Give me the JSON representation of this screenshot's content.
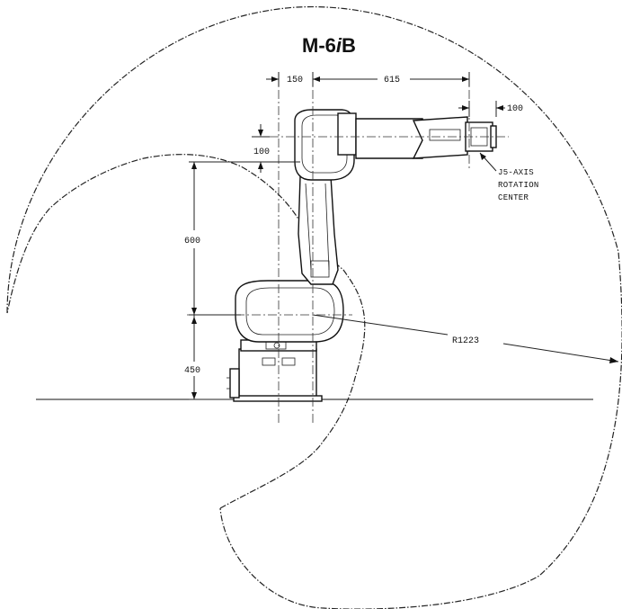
{
  "title": {
    "prefix": "M-6",
    "italic": "i",
    "suffix": "B"
  },
  "dimensions": {
    "offset_j2_j3": "150",
    "arm_length": "615",
    "wrist_offset": "100",
    "arm_height_offset": "100",
    "lower_arm": "600",
    "base_height": "450",
    "reach_radius": "R1223"
  },
  "notes": {
    "j5_line1": "J5-AXIS",
    "j5_line2": "ROTATION",
    "j5_line3": "CENTER"
  },
  "colors": {
    "ink": "#111111",
    "background": "#ffffff"
  }
}
